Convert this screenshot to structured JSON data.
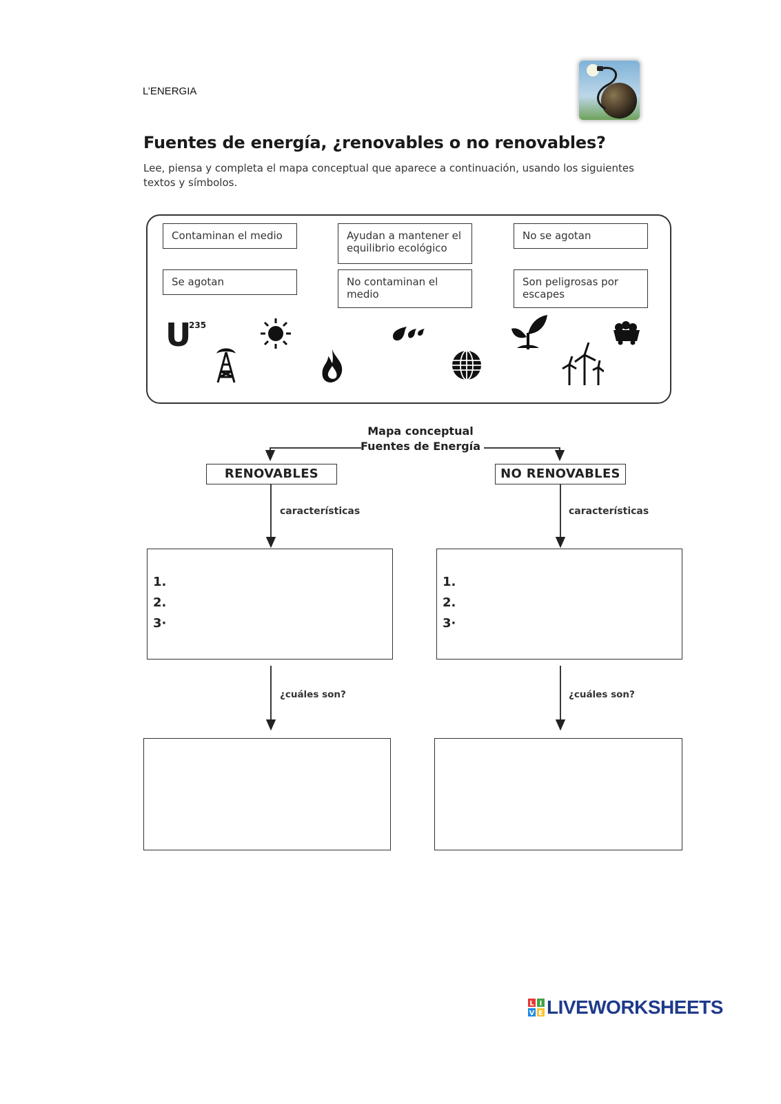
{
  "header": {
    "label": "L’ENERGIA",
    "image_icon": "earth-with-power-plug-icon"
  },
  "title": "Fuentes de energía, ¿renovables o no renovables?",
  "instructions": "Lee, piensa y completa el mapa conceptual que aparece a continuación, usando los siguientes textos y símbolos.",
  "word_bank": {
    "cards": [
      {
        "text": "Contaminan el medio"
      },
      {
        "text": "Ayudan a mantener el equilibrio ecológico"
      },
      {
        "text": "No se agotan"
      },
      {
        "text": "Se agotan"
      },
      {
        "text": "No contaminan el medio"
      },
      {
        "text": "Son peligrosas por escapes"
      }
    ],
    "symbols": [
      {
        "icon": "uranium-235-icon",
        "letter": "U",
        "sup": "235"
      },
      {
        "icon": "sun-icon"
      },
      {
        "icon": "oil-drops-icon"
      },
      {
        "icon": "plant-sprout-icon"
      },
      {
        "icon": "coal-cart-icon"
      },
      {
        "icon": "oil-derrick-icon"
      },
      {
        "icon": "gas-flame-icon"
      },
      {
        "icon": "globe-icon"
      },
      {
        "icon": "wind-turbines-icon"
      }
    ]
  },
  "concept_map": {
    "title_line1": "Mapa conceptual",
    "title_line2": "Fuentes de Energía",
    "renewable": {
      "label": "RENOVABLES",
      "characteristics_label": "características",
      "numbers": [
        "1.",
        "2.",
        "3·"
      ],
      "which_label": "¿cuáles son?"
    },
    "non_renewable": {
      "label": "NO RENOVABLES",
      "characteristics_label": "características",
      "numbers": [
        "1.",
        "2.",
        "3·"
      ],
      "which_label": "¿cuáles son?"
    }
  },
  "brand": {
    "name": "LIVEWORKSHEETS",
    "logo_letters": [
      "L",
      "I",
      "V",
      "E"
    ],
    "logo_colors": [
      "#e53935",
      "#43a047",
      "#1e88e5",
      "#fbc02d"
    ]
  }
}
